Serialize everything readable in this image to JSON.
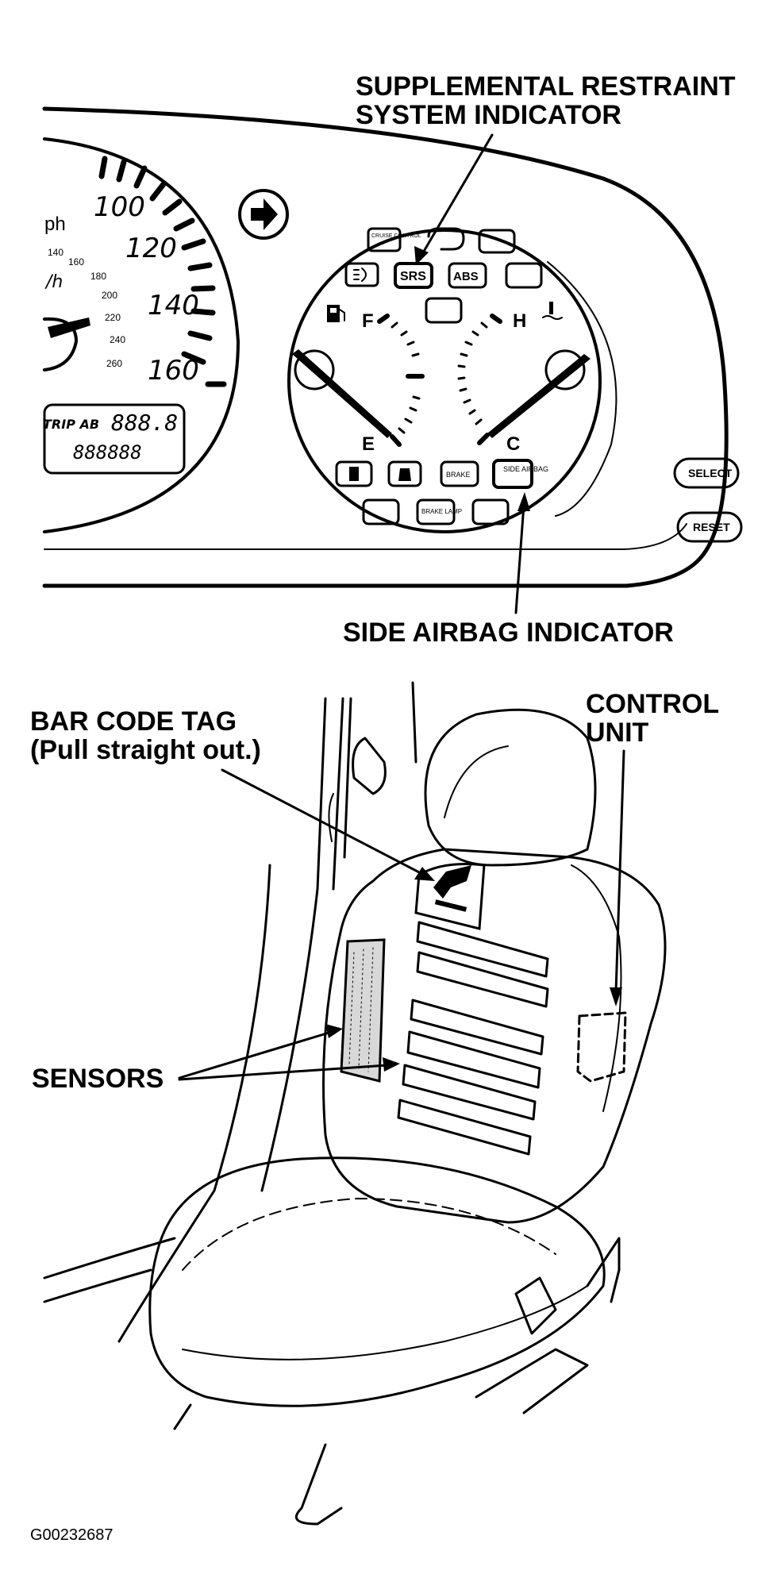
{
  "callouts": {
    "srs_line1": "SUPPLEMENTAL RESTRAINT",
    "srs_line2": "SYSTEM INDICATOR",
    "side_airbag": "SIDE AIRBAG INDICATOR",
    "bar_code_line1": "BAR CODE TAG",
    "bar_code_line2": "(Pull straight out.)",
    "control_unit_line1": "CONTROL",
    "control_unit_line2": "UNIT",
    "sensors": "SENSORS"
  },
  "speedometer": {
    "unit_mph_fragment": "ph",
    "unit_kmh_fragment": "/h",
    "mph_ticks": [
      "100",
      "120",
      "140",
      "160"
    ],
    "kmh_ticks": [
      "140",
      "160",
      "180",
      "200",
      "220",
      "240",
      "260"
    ],
    "trip_label": "TRIP AB",
    "trip_value": "888.8",
    "odometer_value": "888888"
  },
  "gauges": {
    "fuel_full": "F",
    "fuel_empty": "E",
    "temp_hot": "H",
    "temp_cold": "C"
  },
  "indicators": {
    "cruise_control": "CRUISE CONTROL",
    "srs": "SRS",
    "abs": "ABS",
    "brake": "BRAKE",
    "side_airbag": "SIDE AIRBAG",
    "brake_lamp": "BRAKE LAMP"
  },
  "buttons": {
    "select": "SELECT",
    "reset": "RESET"
  },
  "figure_id": "G00232687"
}
